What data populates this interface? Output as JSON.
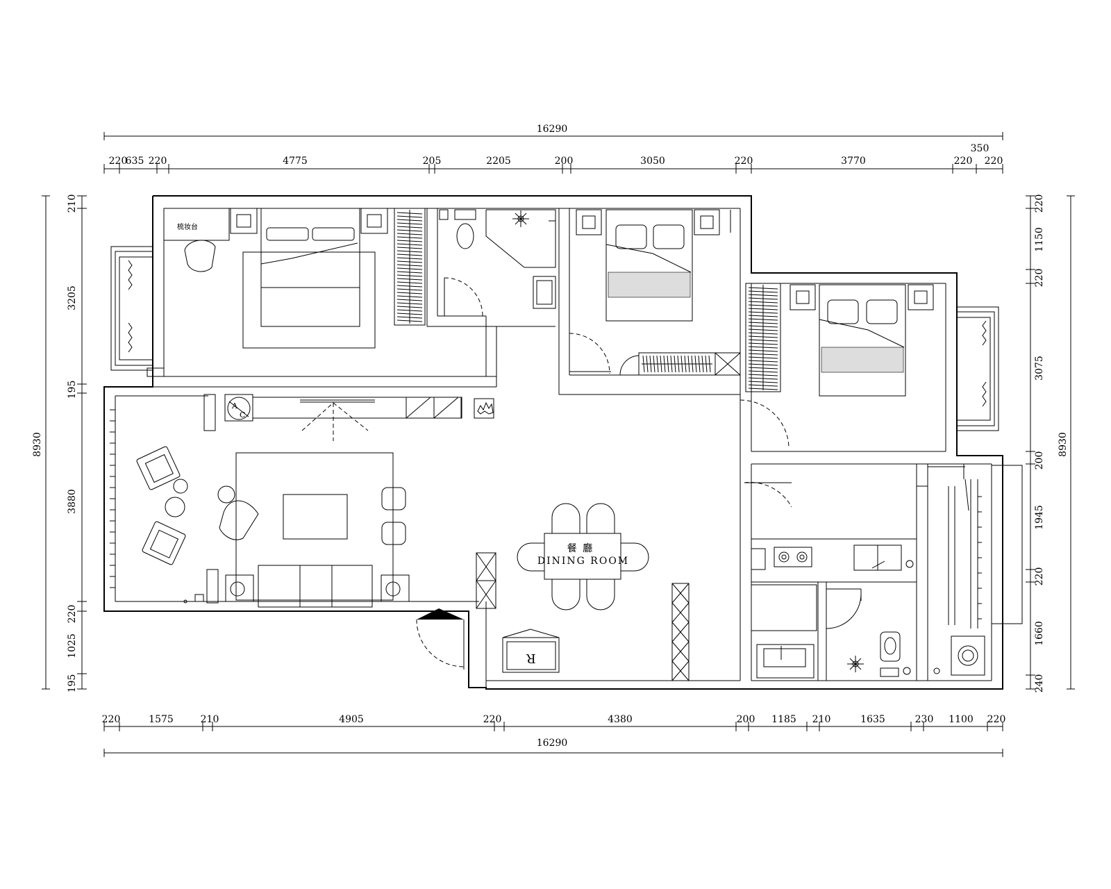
{
  "drawing": {
    "top_total": "16290",
    "top_extra": "350",
    "top_segments": [
      "220",
      "635",
      "220",
      "4775",
      "205",
      "2205",
      "200",
      "3050",
      "220",
      "3770",
      "220",
      "220"
    ],
    "bottom_total": "16290",
    "bottom_segments": [
      "220",
      "1575",
      "210",
      "4905",
      "220",
      "4380",
      "200",
      "1185",
      "210",
      "1635",
      "230",
      "1100",
      "220"
    ],
    "left_total": "8930",
    "left_segments": [
      "210",
      "3205",
      "195",
      "3880",
      "220",
      "1025",
      "195"
    ],
    "right_total": "8930",
    "right_segments": [
      "220",
      "1150",
      "220",
      "3075",
      "200",
      "1945",
      "220",
      "1660",
      "240"
    ]
  },
  "labels": {
    "dining_cn": "餐 廳",
    "dining_en": "DINING ROOM",
    "desk": "梳妆台",
    "fridge": "R",
    "ac_a": "A",
    "ac_c": "C"
  }
}
